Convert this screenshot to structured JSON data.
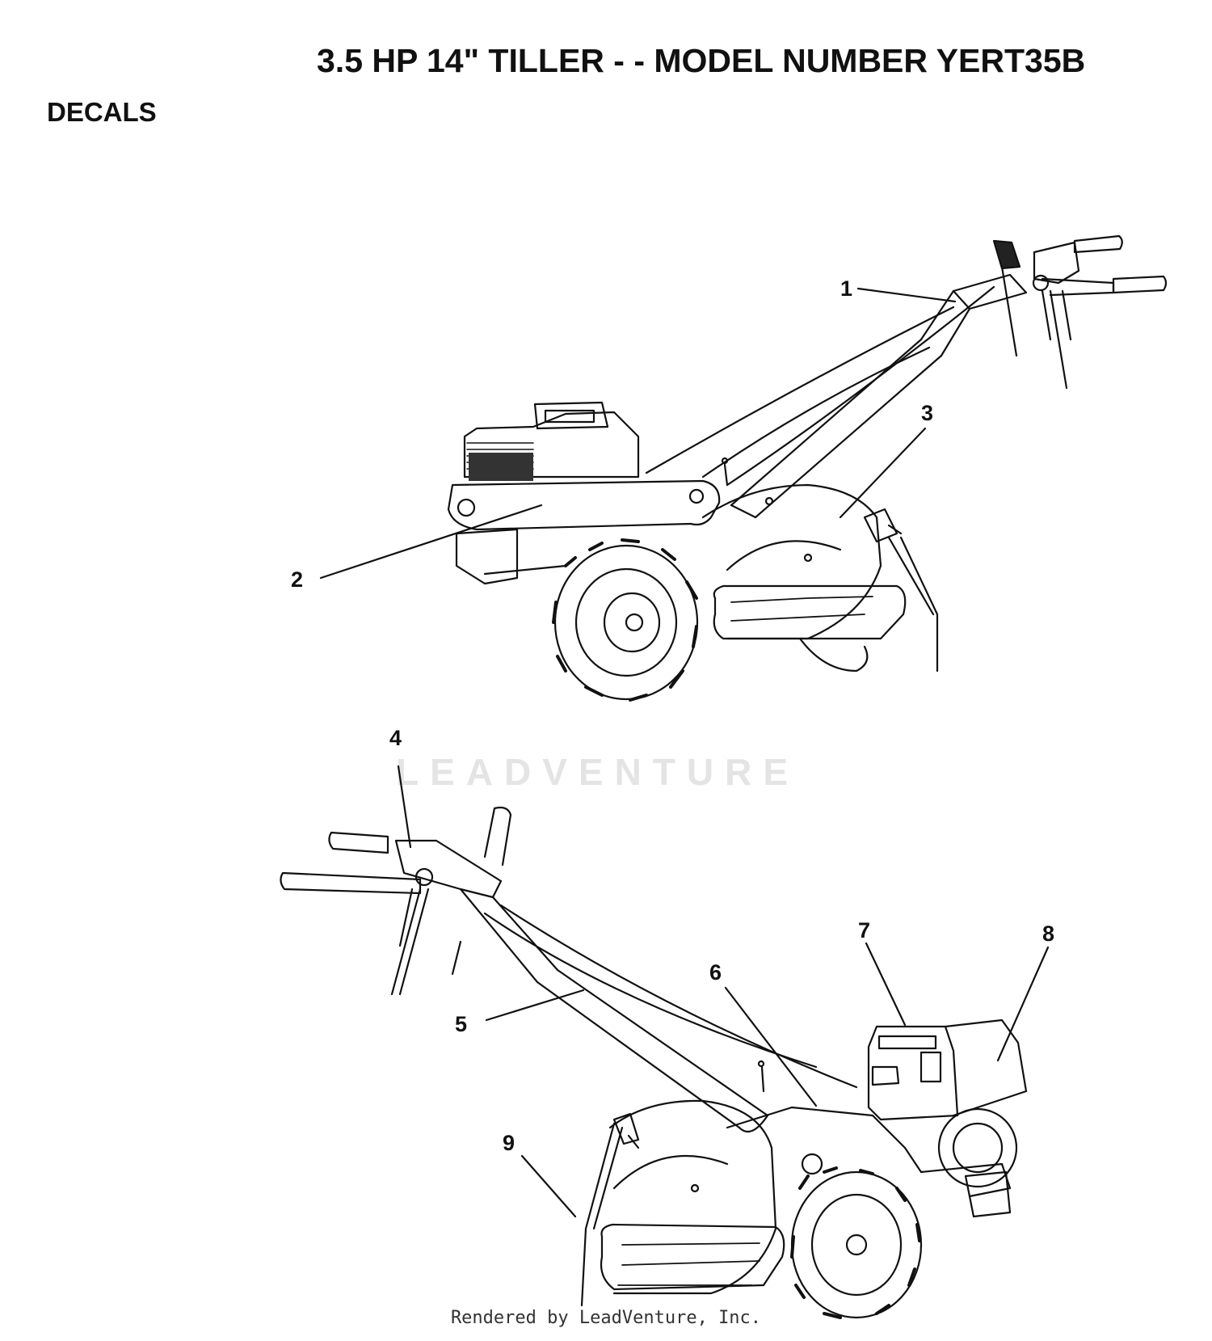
{
  "header": {
    "title": "3.5 HP 14\" TILLER - - MODEL NUMBER YERT35B",
    "section": "DECALS"
  },
  "watermark": {
    "text": "LEADVENTURE"
  },
  "footer": {
    "text": "Rendered by LeadVenture, Inc."
  },
  "callouts": {
    "c1": "1",
    "c2": "2",
    "c3": "3",
    "c4": "4",
    "c5": "5",
    "c6": "6",
    "c7": "7",
    "c8": "8",
    "c9": "9"
  }
}
